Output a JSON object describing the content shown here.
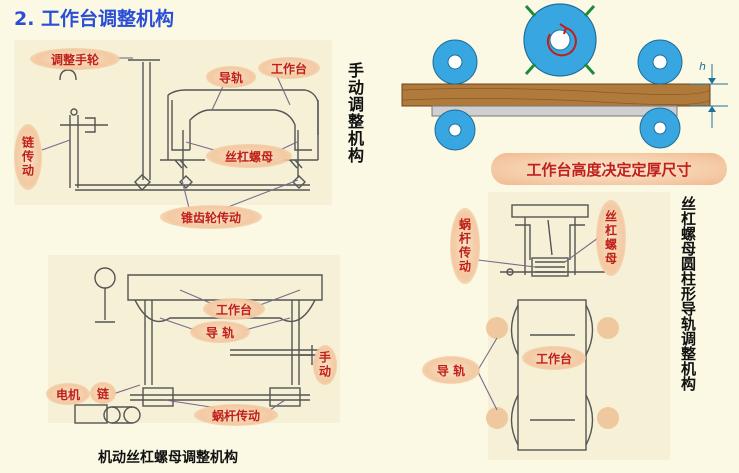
{
  "title": "2.  工作台调整机构",
  "top_left": {
    "labels": {
      "handwheel": "调整手轮",
      "guide": "导轨",
      "table": "工作台",
      "chain": "链传动",
      "screw_nut": "丝杠螺母",
      "bevel": "锥齿轮传动"
    },
    "side_caption": "手动调整机构"
  },
  "bottom_left": {
    "labels": {
      "table": "工作台",
      "guide": "导 轨",
      "motor": "电机",
      "chain": "链",
      "manual": "手动",
      "worm": "蜗杆传动"
    },
    "caption": "机动丝杠螺母调整机构"
  },
  "right": {
    "height_label": "h",
    "banner": "工作台高度决定定厚尺寸",
    "labels": {
      "worm": "蜗杆传动",
      "screw_nut": "丝杠螺母",
      "guide": "导 轨",
      "table": "工作台"
    },
    "side_caption": "丝杠螺母圆柱形导轨调整机构"
  }
}
